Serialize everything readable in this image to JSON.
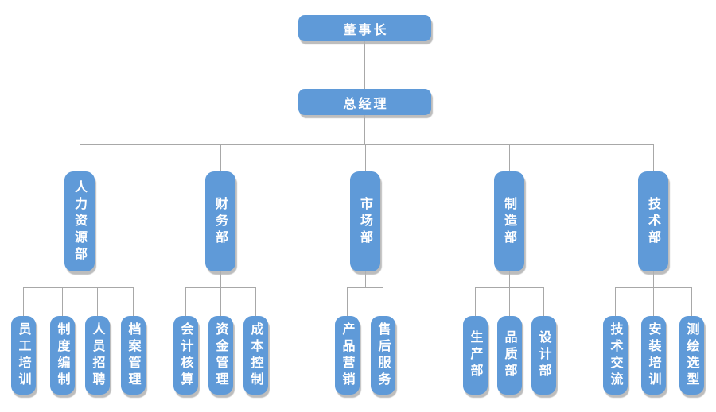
{
  "colors": {
    "node_fill": "#5f9ad8",
    "node_text": "#ffffff",
    "node_shadow": "#b2b2b2",
    "connector": "#a8a8a8",
    "background": "#ffffff"
  },
  "org_chart": {
    "type": "organization-chart",
    "chairman": "董事长",
    "general_manager": "总经理",
    "departments": [
      {
        "name": "人力资源部",
        "children": [
          "员工培训",
          "制度编制",
          "人员招聘",
          "档案管理"
        ]
      },
      {
        "name": "财务部",
        "children": [
          "会计核算",
          "资金管理",
          "成本控制"
        ]
      },
      {
        "name": "市场部",
        "children": [
          "产品营销",
          "售后服务"
        ]
      },
      {
        "name": "制造部",
        "children": [
          "生产部",
          "品质部",
          "设计部"
        ]
      },
      {
        "name": "技术部",
        "children": [
          "技术交流",
          "安装培训",
          "测绘选型"
        ]
      }
    ]
  }
}
